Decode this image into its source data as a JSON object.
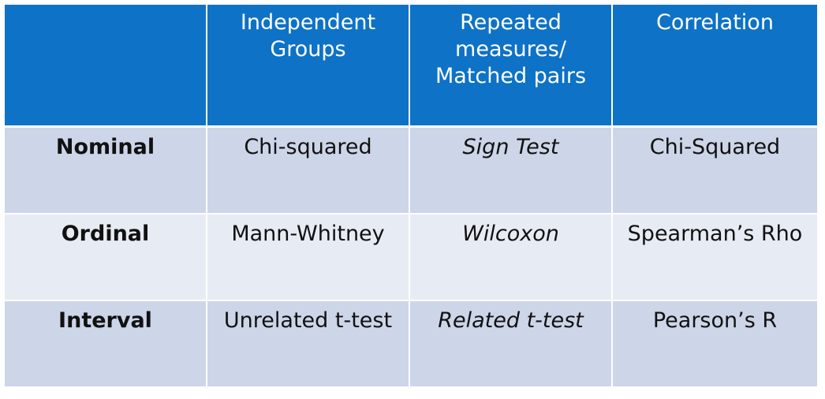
{
  "header": {
    "corner": "",
    "columns": [
      [
        "Independent",
        "Groups"
      ],
      [
        "Repeated",
        "measures/",
        "Matched pairs"
      ],
      [
        "Correlation"
      ]
    ]
  },
  "rows": [
    {
      "label": "Nominal",
      "cells": [
        "Chi-squared",
        "Sign Test",
        "Chi-Squared"
      ]
    },
    {
      "label": "Ordinal",
      "cells": [
        "Mann-Whitney",
        "Wilcoxon",
        "Spearman’s Rho"
      ]
    },
    {
      "label": "Interval",
      "cells": [
        "Unrelated t-test",
        "Related t-test",
        "Pearson’s R"
      ]
    }
  ],
  "colors": {
    "header_bg": "#0e72c6",
    "row_odd_bg": "#cdd5e8",
    "row_even_bg": "#e7ebf4"
  }
}
